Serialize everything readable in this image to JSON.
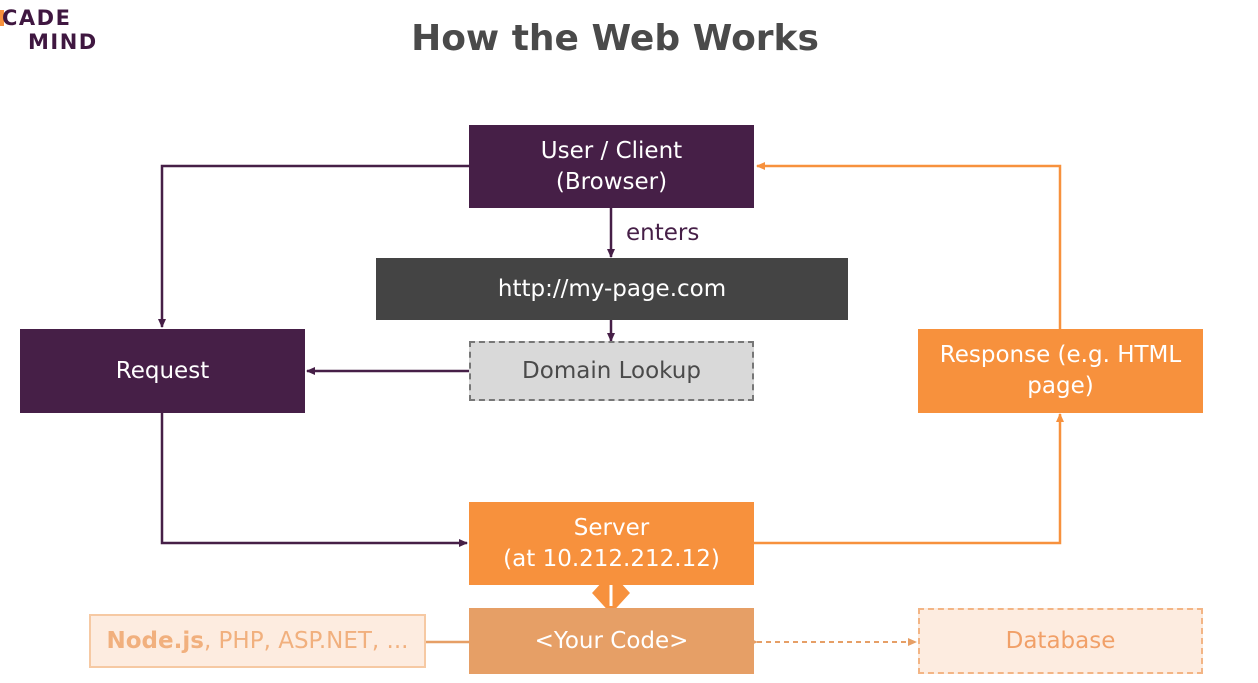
{
  "logo": {
    "line1": "CADE",
    "line2": "MIND"
  },
  "title": "How the Web Works",
  "nodes": {
    "client_line1": "User / Client",
    "client_line2": "(Browser)",
    "url": "http://my-page.com",
    "lookup": "Domain Lookup",
    "request": "Request",
    "response_line1": "Response (e.g. HTML",
    "response_line2": "page)",
    "server_line1": "Server",
    "server_line2": "(at 10.212.212.12)",
    "code": "<Your Code>",
    "langs_bold": "Node.js",
    "langs_rest": ", PHP, ASP.NET, ...",
    "database": "Database"
  },
  "edge_labels": {
    "enters": "enters"
  },
  "colors": {
    "purple": "#461f47",
    "orange": "#f7913d",
    "dark": "#444444",
    "code": "#e69f66",
    "light_orange": "#fdece0"
  }
}
